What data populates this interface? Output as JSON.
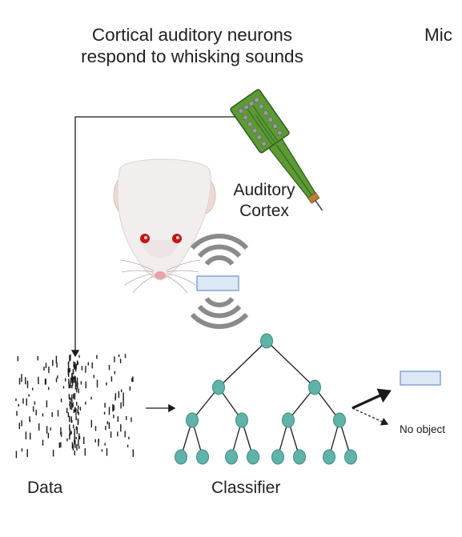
{
  "header": {
    "title_line1": "Cortical auditory neurons",
    "title_line2": "respond to whisking sounds",
    "clipped_title": "Mic"
  },
  "labels": {
    "brain_region_line1": "Auditory",
    "brain_region_line2": "Cortex",
    "data": "Data",
    "classifier": "Classifier",
    "no_object": "No object"
  },
  "icons": {
    "probe": "silicon-probe-icon",
    "rat": "rat-head-icon",
    "sound": "sound-waves-icon",
    "object": "object-rectangle-icon",
    "raster": "spike-raster-icon",
    "tree": "decision-tree-icon"
  },
  "colors": {
    "probe_green": "#4f8a2c",
    "probe_dark": "#2f5c1a",
    "node_teal": "#5fb3a8",
    "node_stroke": "#3c8b80",
    "object_fill": "#dde8f6",
    "object_stroke": "#6a93c9",
    "wave_gray": "#8a8a8a"
  }
}
